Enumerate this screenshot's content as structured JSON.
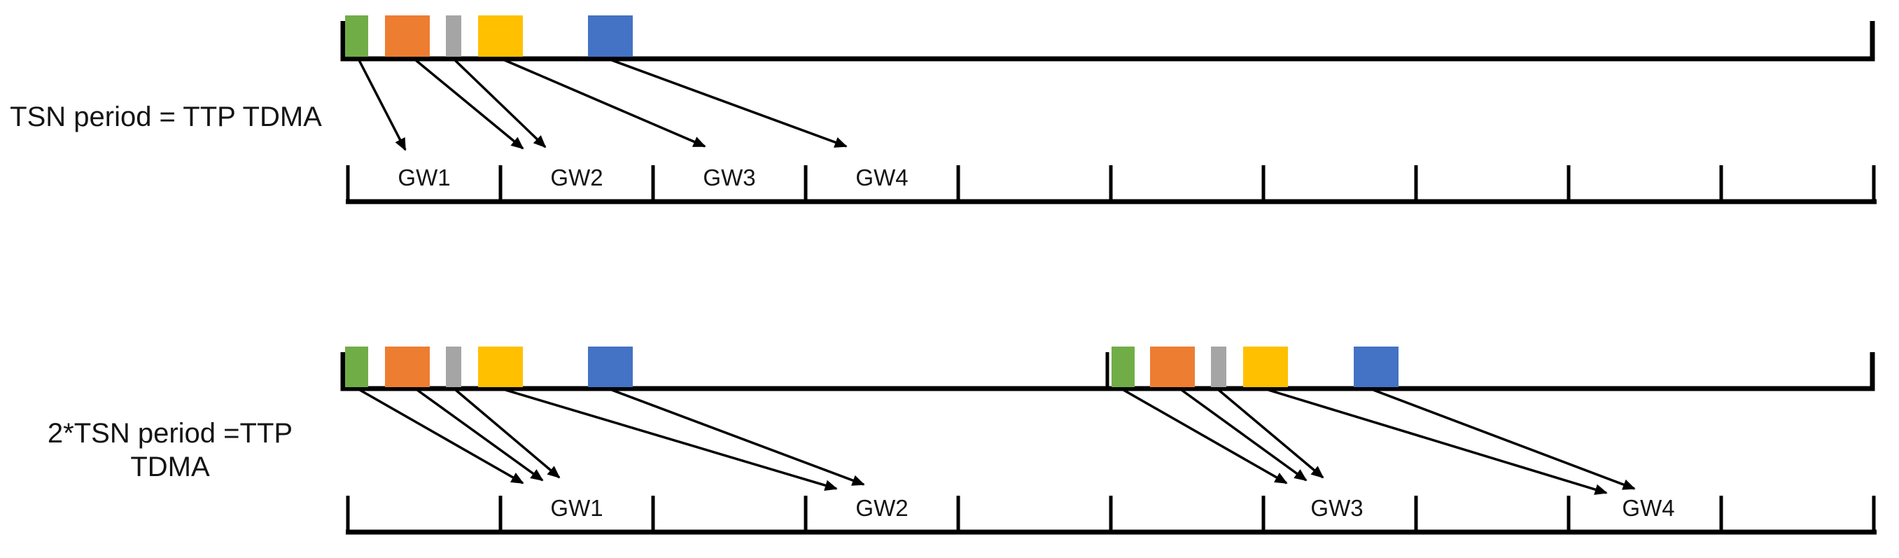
{
  "diagram_top": {
    "title": "TSN period = TTP TDMA",
    "gw_labels": [
      "GW1",
      "GW2",
      "GW3",
      "GW4"
    ],
    "slots": [
      {
        "name": "slot-green",
        "maps_to": "GW1"
      },
      {
        "name": "slot-orange",
        "maps_to": "GW2"
      },
      {
        "name": "slot-gray",
        "maps_to": "GW2"
      },
      {
        "name": "slot-yellow",
        "maps_to": "GW3"
      },
      {
        "name": "slot-blue",
        "maps_to": "GW4"
      }
    ]
  },
  "diagram_bottom": {
    "title_line1": "2*TSN period =TTP",
    "title_line2": "TDMA",
    "gw_labels": [
      "GW1",
      "GW2",
      "GW3",
      "GW4"
    ],
    "period1": [
      {
        "name": "slot-green",
        "maps_to": "GW1"
      },
      {
        "name": "slot-orange",
        "maps_to": "GW1"
      },
      {
        "name": "slot-gray",
        "maps_to": "GW1"
      },
      {
        "name": "slot-yellow",
        "maps_to": "GW2"
      },
      {
        "name": "slot-blue",
        "maps_to": "GW2"
      }
    ],
    "period2": [
      {
        "name": "slot-green",
        "maps_to": "GW3"
      },
      {
        "name": "slot-orange",
        "maps_to": "GW3"
      },
      {
        "name": "slot-gray",
        "maps_to": "GW3"
      },
      {
        "name": "slot-yellow",
        "maps_to": "GW4"
      },
      {
        "name": "slot-blue",
        "maps_to": "GW4"
      }
    ]
  },
  "colors": {
    "slot_green": "#70AD47",
    "slot_orange": "#ED7D31",
    "slot_gray": "#A5A5A5",
    "slot_yellow": "#FFC000",
    "slot_blue": "#4472C4",
    "line": "#000000"
  }
}
